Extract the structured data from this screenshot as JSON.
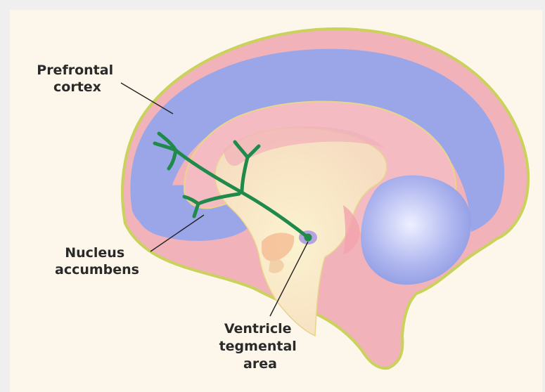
{
  "labels": {
    "prefrontal_cortex": [
      "Prefrontal",
      "cortex"
    ],
    "nucleus_accumbens": [
      "Nucleus",
      "accumbens"
    ],
    "vta": [
      "Ventricle",
      "tegmental",
      "area"
    ]
  },
  "colors": {
    "background": "#fdf6ea",
    "frame": "#efeff0",
    "outline": "#c9d25a",
    "cortex_pink": "#f2b2ba",
    "cortex_blue": "#9aa6e8",
    "inner_cream": "#f7e3c6",
    "pathway_green": "#1f8a4a",
    "leader_line": "#222222"
  }
}
